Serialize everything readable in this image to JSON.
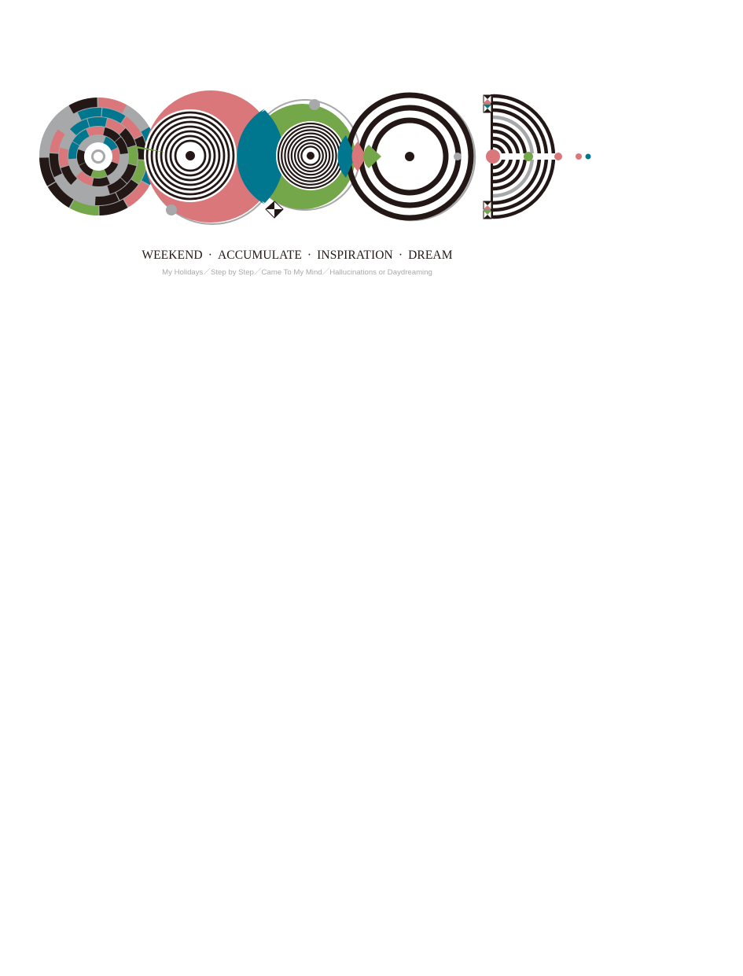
{
  "colors": {
    "pink": "#d9777a",
    "teal": "#00778f",
    "green": "#74a64a",
    "gray": "#a7a8aa",
    "black": "#231815",
    "white": "#ffffff"
  },
  "headline": {
    "words": [
      "WEEKEND",
      "ACCUMULATE",
      "INSPIRATION",
      "DREAM"
    ],
    "separator": "·"
  },
  "subtitle": {
    "phrases": [
      "My Holidays",
      "Step by Step",
      "Came To My Mind",
      "Hallucinations or Daydreaming"
    ],
    "separator": "／"
  }
}
